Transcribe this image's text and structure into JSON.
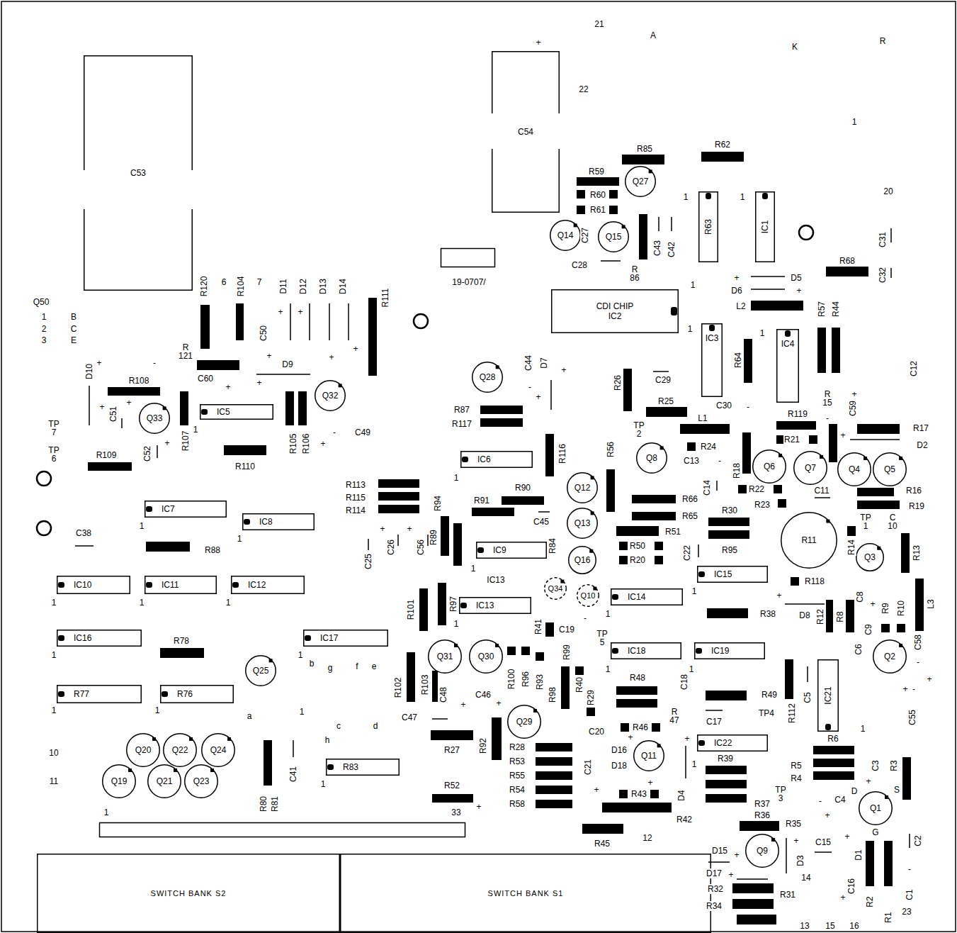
{
  "diagram": {
    "nodes": [
      {
        "text": [
          "C53"
        ]
      },
      {
        "text": [
          "C54"
        ]
      },
      {
        "text": [
          "Q27"
        ]
      },
      {
        "text": [
          "R63"
        ]
      },
      {
        "text": [
          "IC1"
        ]
      },
      {
        "text": [
          "Q14"
        ]
      },
      {
        "text": [
          "Q15"
        ]
      },
      {
        "text": [
          "CDI CHIP",
          "IC2"
        ]
      },
      {
        "text": [
          "IC3"
        ]
      },
      {
        "text": [
          "IC4"
        ]
      },
      {
        "text": [
          "Q33"
        ]
      },
      {
        "text": [
          "IC5"
        ]
      },
      {
        "text": [
          "Q32"
        ]
      },
      {
        "text": [
          "Q28"
        ]
      },
      {
        "text": [
          "IC6"
        ]
      },
      {
        "text": [
          "Q8"
        ]
      },
      {
        "text": [
          "Q6"
        ]
      },
      {
        "text": [
          "Q7"
        ]
      },
      {
        "text": [
          "Q4"
        ]
      },
      {
        "text": [
          "Q5"
        ]
      },
      {
        "text": [
          "Q12"
        ]
      },
      {
        "text": [
          "IC7"
        ]
      },
      {
        "text": [
          "IC8"
        ]
      },
      {
        "text": [
          "Q13"
        ]
      },
      {
        "text": [
          "R11"
        ]
      },
      {
        "text": [
          "IC9"
        ]
      },
      {
        "text": [
          "Q3"
        ]
      },
      {
        "text": [
          "Q16"
        ]
      },
      {
        "text": [
          "IC15"
        ]
      },
      {
        "text": [
          "IC10"
        ]
      },
      {
        "text": [
          "IC11"
        ]
      },
      {
        "text": [
          "IC12"
        ]
      },
      {
        "text": [
          "Q34"
        ]
      },
      {
        "text": [
          "Q10"
        ]
      },
      {
        "text": [
          "IC14"
        ]
      },
      {
        "text": [
          "IC13"
        ]
      },
      {
        "text": [
          "IC16"
        ]
      },
      {
        "text": [
          "IC17"
        ]
      },
      {
        "text": [
          "IC18"
        ]
      },
      {
        "text": [
          "IC19"
        ]
      },
      {
        "text": [
          "Q31"
        ]
      },
      {
        "text": [
          "Q30"
        ]
      },
      {
        "text": [
          "Q2"
        ]
      },
      {
        "text": [
          "IC21"
        ]
      },
      {
        "text": [
          "Q25"
        ]
      },
      {
        "text": [
          "R77"
        ]
      },
      {
        "text": [
          "R76"
        ]
      },
      {
        "text": [
          "Q29"
        ]
      },
      {
        "text": [
          "IC22"
        ]
      },
      {
        "text": [
          "Q20"
        ]
      },
      {
        "text": [
          "Q22"
        ]
      },
      {
        "text": [
          "Q24"
        ]
      },
      {
        "text": [
          "Q11"
        ]
      },
      {
        "text": [
          "R83"
        ]
      },
      {
        "text": [
          "Q19"
        ]
      },
      {
        "text": [
          "Q21"
        ]
      },
      {
        "text": [
          "Q23"
        ]
      },
      {
        "text": [
          "Q1"
        ]
      },
      {
        "text": [
          "Q9"
        ]
      },
      {
        "text": [
          "SWITCH BANK S2"
        ]
      },
      {
        "text": [
          "SWITCH BANK S1"
        ]
      }
    ],
    "labels": [
      "21",
      "A",
      "K",
      "R",
      "+",
      "22",
      "1",
      "20",
      "R85",
      "R62",
      "R59",
      "R60",
      "R61",
      "1",
      "1",
      "C27",
      "C28",
      "R 86",
      "C43",
      "C42",
      "C31",
      "R68",
      "C32",
      "19-0707/",
      "+",
      "D5",
      "1",
      "D6",
      "+",
      "L2",
      "R57",
      "R44",
      "Q50",
      "1",
      "B",
      "2",
      "C",
      "3",
      "E",
      "R120",
      "6",
      "R104",
      "7",
      "D11",
      "D12",
      "D13",
      "D14",
      "R111",
      "+",
      "+",
      "C50",
      "1",
      "1",
      "R 121",
      "+",
      "-",
      "D10",
      "+",
      "D9",
      "+",
      "+",
      "R64",
      "C60",
      "+",
      "+",
      "C44",
      "D7",
      "+",
      "C29",
      "R26",
      "C12",
      "R108",
      "+",
      "C30",
      "-",
      "R 15",
      "C59",
      "+",
      "R25",
      "+",
      "+",
      "C51",
      "R87",
      "R117",
      "TP 2",
      "R119",
      "L1",
      "-",
      "R17",
      "1",
      "C49",
      "-",
      "+",
      "R21",
      "R107",
      "R105",
      "R106",
      "+",
      "+",
      "R24",
      "D2",
      "R56",
      "R116",
      "C52",
      "R110",
      "R109",
      "TP 7",
      "TP 6",
      "C13",
      "-",
      "R18",
      "1",
      "R113",
      "C14",
      "R22",
      "C11",
      "R16",
      "R90",
      "R115",
      "R66",
      "R91",
      "R94",
      "R23",
      "R19",
      "R114",
      "R30",
      "R65",
      "TP 1",
      "C 10",
      "1",
      "C45",
      "+",
      "+",
      "C38",
      "R51",
      "R89",
      "1",
      "R14",
      "R84",
      "R50",
      "R13",
      "R88",
      "C22",
      "R95",
      "C26",
      "C56",
      "R20",
      "C25",
      "1",
      "IC13",
      "R118",
      "1",
      "+",
      "C8",
      "+",
      "L3",
      "1",
      "1",
      "1",
      "R97",
      "R101",
      "R9",
      "R10",
      "1",
      "R38",
      "D8",
      "R12",
      "R8",
      "-",
      "1",
      "R41",
      "C19",
      "C9",
      "TP 5",
      "C58",
      "C6",
      "1",
      "1",
      "-",
      "b",
      "g",
      "f",
      "e",
      "1",
      "1",
      "R78",
      "R48",
      "C18",
      "R100",
      "R96",
      "R93",
      "R103",
      "+",
      "-",
      "+",
      "R102",
      "C48",
      "C46",
      "R98",
      "R99",
      "R40",
      "R29",
      "R49",
      "C5",
      "+",
      "+",
      "1",
      "1",
      "1",
      "R 47",
      "TP4",
      "R112",
      "a",
      "C47",
      "C55",
      "C17",
      "1",
      "c",
      "d",
      "R46",
      "R27",
      "C20",
      "+",
      "+",
      "h",
      "R6",
      "R92",
      "R28",
      "D16",
      "10",
      "R53",
      "1",
      "D18",
      "C21",
      "R5",
      "C3",
      "R3",
      "R55",
      "C41",
      "+",
      "R4",
      "11",
      "+",
      "R54",
      "1",
      "TP 3",
      "D",
      "S",
      "R43",
      "D4",
      "C4",
      "-",
      "R58",
      "R37",
      "R80",
      "R81",
      "+",
      "R36",
      "1",
      "33",
      "R42",
      "+",
      "G",
      "R35",
      "R45",
      "12",
      "+",
      "C15",
      "+",
      "C2",
      "D15",
      "+",
      "D1",
      "D3",
      "D17",
      "+",
      "14",
      "-",
      "C16",
      "R32",
      "R31",
      "+",
      "C1",
      "R2",
      "23",
      "R34",
      "R1",
      "13",
      "15",
      "16",
      "R39",
      "-",
      "R52",
      "+"
    ]
  }
}
